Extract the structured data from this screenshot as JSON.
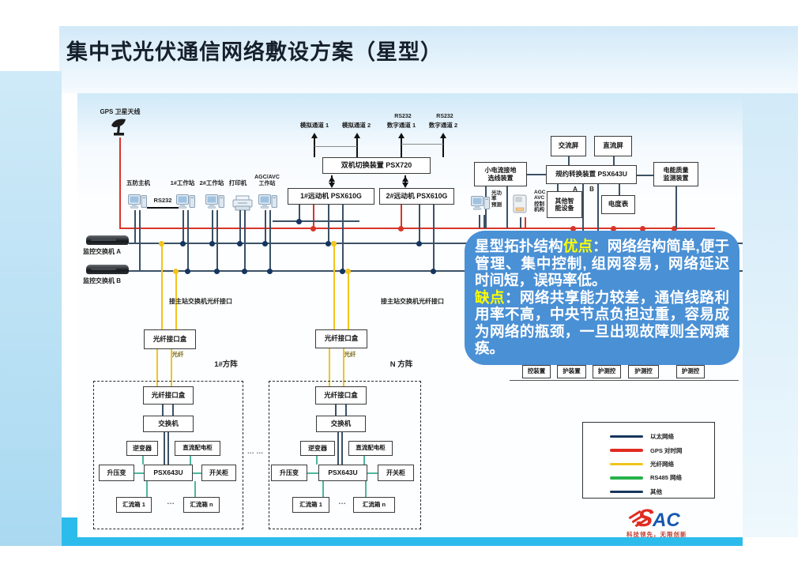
{
  "title": "集中式光伏通信网络敷设方案（星型）",
  "nodes": {
    "gps": "GPS 卫星天线",
    "st1": "五防主机",
    "st2": "1#工作站",
    "st3": "2#工作站",
    "st4": "打印机",
    "st5a": "AGC/AVC",
    "st5b": "工作站",
    "rs232": "RS232",
    "ch_rs232_1": "RS232",
    "ch_rs232_2": "RS232",
    "ch1": "模拟通道 1",
    "ch2": "模拟通道 2",
    "ch3": "数字通道 1",
    "ch4": "数字通道 2",
    "dual": "双机切换装置 PSX720",
    "rtu1": "1#远动机 PSX610G",
    "rtu2": "2#远动机 PSX610G",
    "ac": "交流屏",
    "dc": "直流屏",
    "sc1": "小电流接地",
    "sc2": "选线装置",
    "conv": "规约转换装置 PSX643U",
    "pq1": "电能质量",
    "pq2": "监测装置",
    "os1": "其他智",
    "os2": "能设备",
    "meter": "电度表",
    "la": "A",
    "lb": "B",
    "pv1": "光功",
    "pv2": "率",
    "pv3": "预测",
    "agc1": "AGC",
    "agc2": "AVC",
    "agc3": "控制",
    "agc4": "机构",
    "swa": "监控交换机 A",
    "swb": "监控交换机 B",
    "mainport": "接主站交换机光纤接口",
    "fiber": "光纤",
    "fbox": "光纤接口盒",
    "sw": "交换机",
    "inv": "逆变器",
    "dcc": "直流配电柜",
    "tx": "升压变",
    "psx": "PSX643U",
    "kg": "开关柜",
    "cb1": "汇流箱 1",
    "cbn": "汇流箱 n",
    "arr1": "1#方阵",
    "arrn": "N 方阵",
    "hdots": "…",
    "vdots": "… …"
  },
  "callout": {
    "pre": "星型拓扑结构",
    "adv_label": "优点",
    "adv_text": "：网络结构简单,便于管理、集中控制, 组网容易，网络延迟时间短，误码率低。",
    "dis_label": "缺点",
    "dis_text": "：网络共享能力较差，通信线路利用率不高，中央节点负担过重，容易成为网络的瓶颈，一旦出现故障则全网瘫痪。"
  },
  "cutboxes": [
    "控装置",
    "护装置",
    "护测控",
    "护测控",
    "护测控"
  ],
  "legend": [
    {
      "label": "以太网络",
      "color": "#17365d"
    },
    {
      "label": "GPS 对时网",
      "color": "#e02b20"
    },
    {
      "label": "光纤网络",
      "color": "#f2c41d"
    },
    {
      "label": "RS485 网络",
      "color": "#27b24a"
    },
    {
      "label": "其他",
      "color": "#17365d"
    }
  ],
  "logo": {
    "s": "S",
    "ac": "AC",
    "tagline": "科技领先，无限创新"
  },
  "colors": {
    "ethernet": "#17365d",
    "gps_net": "#e02b20",
    "fiber_net": "#f2c41d",
    "rs485_net": "#27b24a",
    "callout_bg": "#4a90d5",
    "strip": "#2cbcec"
  }
}
